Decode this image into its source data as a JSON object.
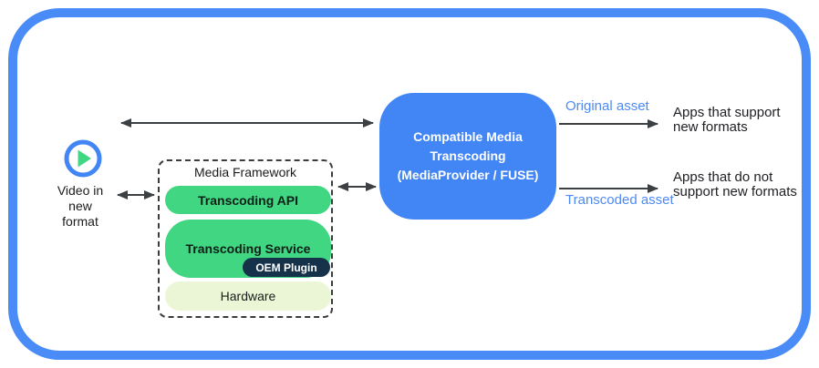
{
  "diagram": {
    "title_semantic": "Compatible Media Transcoding architecture diagram",
    "colors": {
      "frame_blue": "#4a8cf7",
      "provider_blue": "#4285f4",
      "layer_green": "#40d682",
      "oem_navy": "#16324a",
      "hardware_cream": "#eaf6d5",
      "arrow_gray": "#3c4043",
      "asset_label_blue": "#4e8af4"
    },
    "source": {
      "icon": "play-icon",
      "label": "Video in\nnew\nformat"
    },
    "framework": {
      "title": "Media Framework",
      "layers": {
        "api": "Transcoding API",
        "service": "Transcoding Service",
        "oem_plugin": "OEM Plugin",
        "hardware": "Hardware"
      }
    },
    "provider": {
      "label": "Compatible Media\nTranscoding\n(MediaProvider / FUSE)"
    },
    "outputs": {
      "original": {
        "asset_label": "Original asset",
        "target": "Apps that support\nnew formats"
      },
      "transcoded": {
        "asset_label": "Transcoded asset",
        "target": "Apps that do not\nsupport new formats"
      }
    }
  }
}
